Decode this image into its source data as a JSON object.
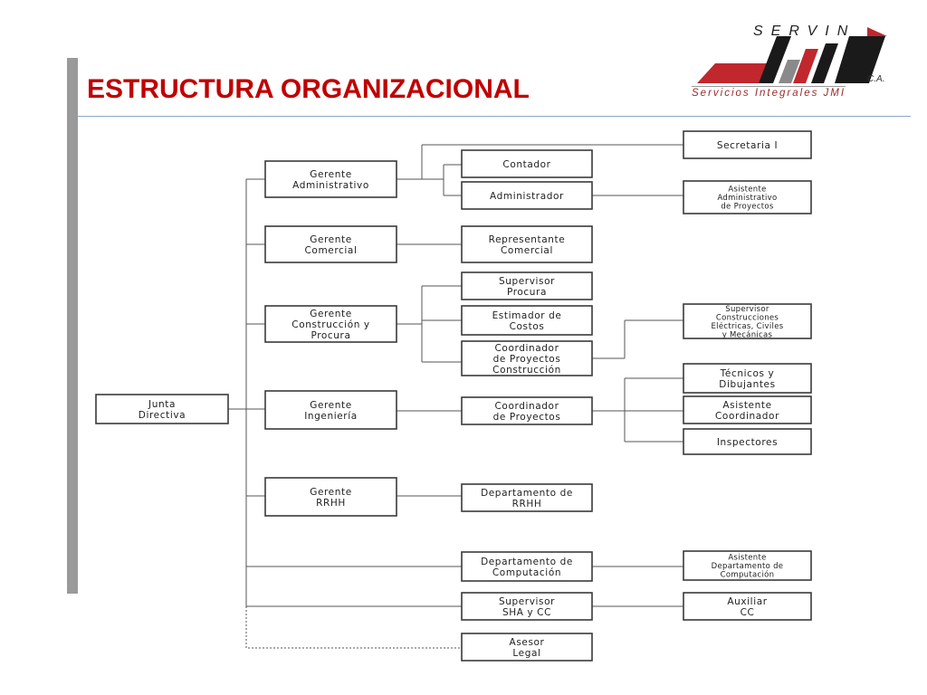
{
  "slide": {
    "title": "ESTRUCTURA ORGANIZACIONAL"
  },
  "logo": {
    "top_text": "SERVIN",
    "ca_text": "C.A.",
    "subtitle": "Servicios Integrales JMI",
    "colors": {
      "red": "#c0282d",
      "black": "#1a1a1a",
      "gray": "#8a8a8a"
    }
  },
  "org_chart": {
    "nodes": {
      "junta": [
        "Junta",
        "Directiva"
      ],
      "gerente_admin": [
        "Gerente",
        "Administrativo"
      ],
      "gerente_comercial": [
        "Gerente",
        "Comercial"
      ],
      "gerente_construccion": [
        "Gerente",
        "Construcción y",
        "Procura"
      ],
      "gerente_ingenieria": [
        "Gerente",
        "Ingeniería"
      ],
      "gerente_rrhh": [
        "Gerente",
        "RRHH"
      ],
      "secretaria": [
        "Secretaria I"
      ],
      "contador": [
        "Contador"
      ],
      "administrador": [
        "Administrador"
      ],
      "asistente_admin": [
        "Asistente",
        "Administrativo",
        "de Proyectos"
      ],
      "representante": [
        "Representante",
        "Comercial"
      ],
      "supervisor_procura": [
        "Supervisor",
        "Procura"
      ],
      "estimador": [
        "Estimador de",
        "Costos"
      ],
      "coord_construccion": [
        "Coordinador",
        "de Proyectos",
        "Construcción"
      ],
      "supervisor_construcciones": [
        "Supervisor",
        "Construcciones",
        "Eléctricas, Civiles",
        "y Mecánicas"
      ],
      "coord_proyectos": [
        "Coordinador",
        "de Proyectos"
      ],
      "tecnicos": [
        "Técnicos y",
        "Dibujantes"
      ],
      "asistente_coord": [
        "Asistente",
        "Coordinador"
      ],
      "inspectores": [
        "Inspectores"
      ],
      "depto_rrhh": [
        "Departamento de",
        "RRHH"
      ],
      "depto_computacion": [
        "Departamento de",
        "Computación"
      ],
      "asistente_computacion": [
        "Asistente",
        "Departamento de",
        "Computación"
      ],
      "supervisor_sha": [
        "Supervisor",
        "SHA y CC"
      ],
      "auxiliar_cc": [
        "Auxiliar",
        "CC"
      ],
      "asesor_legal": [
        "Asesor",
        "Legal"
      ]
    }
  }
}
